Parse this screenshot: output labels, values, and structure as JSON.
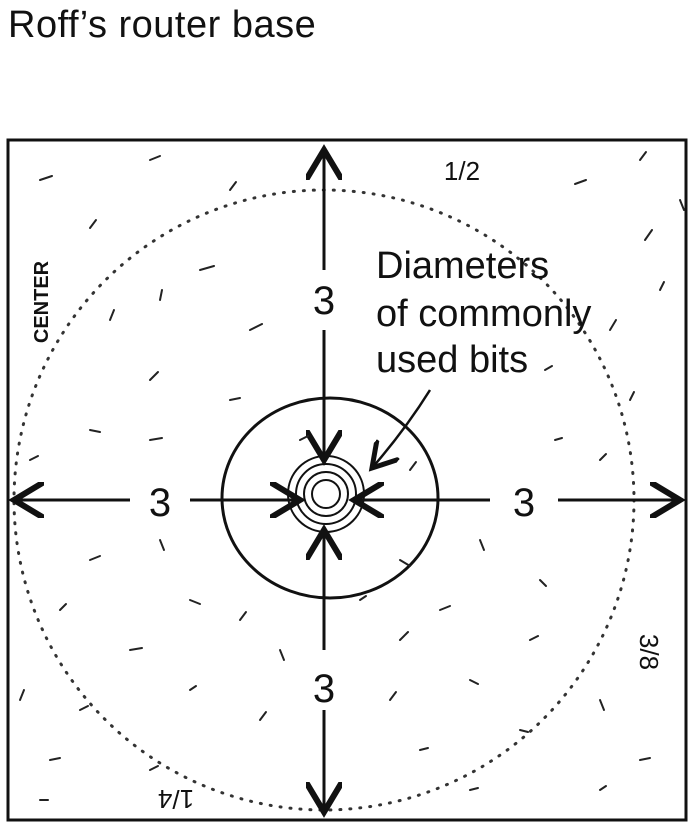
{
  "title": "Roff’s router base",
  "labels": {
    "measure_top": "3",
    "measure_left": "3",
    "measure_right": "3",
    "measure_bottom": "3",
    "fraction_top": "1/2",
    "fraction_right": "3/8",
    "fraction_bottom": "1/4",
    "center": "CENTER"
  },
  "note_lines": [
    "Diameters",
    "of commonly",
    "used bits"
  ]
}
